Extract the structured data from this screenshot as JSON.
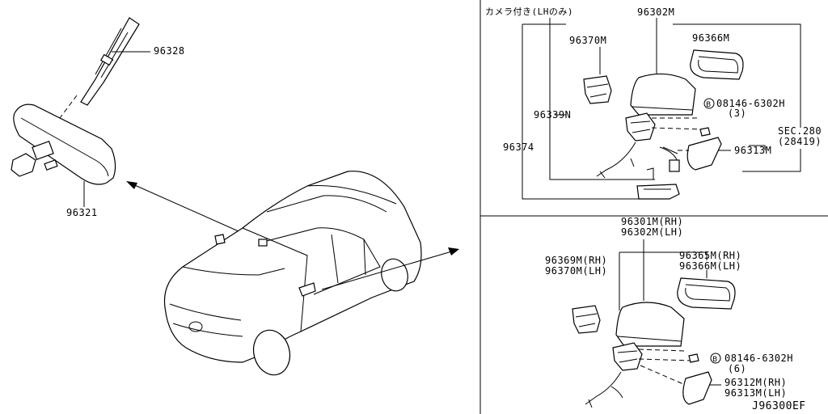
{
  "diagram_id": "J96300EF",
  "camera_note": "カメラ付き(LHのみ)",
  "labels": {
    "rear_bracket": "96328",
    "inside_mirror": "96321",
    "top_mirror_assy": "96302M",
    "top_actuator": "96370M",
    "top_glass": "96366M",
    "top_harness": "96339N",
    "top_camera": "96374",
    "top_bolt_part": "08146-6302H",
    "top_bolt_qty": "(3)",
    "sec_ref": "SEC.280",
    "sec_sub": "(28419)",
    "top_cover": "96313M",
    "bottom_assy_rh": "96301M(RH)",
    "bottom_assy_lh": "96302M(LH)",
    "bottom_actuator_rh": "96369M(RH)",
    "bottom_actuator_lh": "96370M(LH)",
    "bottom_glass_rh": "96365M(RH)",
    "bottom_glass_lh": "96366M(LH)",
    "bottom_bolt_part": "08146-6302H",
    "bottom_bolt_qty": "(6)",
    "bottom_cover_rh": "96312M(RH)",
    "bottom_cover_lh": "96313M(LH)",
    "bolt_symbol": "B"
  }
}
